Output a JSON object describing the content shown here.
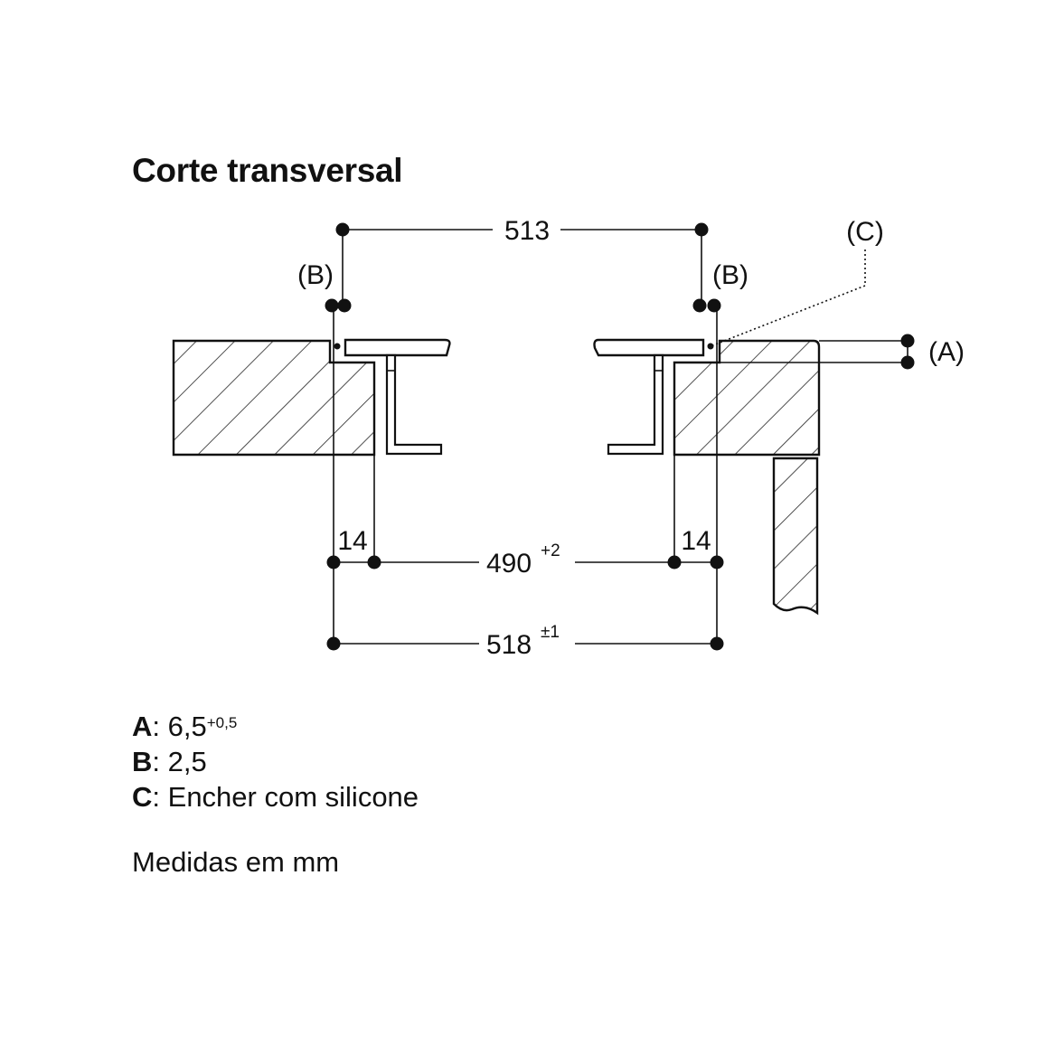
{
  "title": "Corte transversal",
  "labels": {
    "callout_b": "(B)",
    "callout_c": "(C)",
    "callout_a": "(A)"
  },
  "dimensions": {
    "top_width": "513",
    "gap_left": "14",
    "gap_right": "14",
    "inner_width": "490",
    "inner_width_tol": "+2",
    "outer_width": "518",
    "outer_width_tol": "±1"
  },
  "legend": [
    {
      "key": "A",
      "sep": ":",
      "value": "6,5",
      "tol": "+0,5"
    },
    {
      "key": "B",
      "sep": ":",
      "value": "2,5",
      "tol": ""
    },
    {
      "key": "C",
      "sep": ":",
      "value": "Encher com silicone",
      "tol": ""
    }
  ],
  "units_note": "Medidas em mm",
  "colors": {
    "ink": "#111111",
    "background": "#ffffff"
  }
}
